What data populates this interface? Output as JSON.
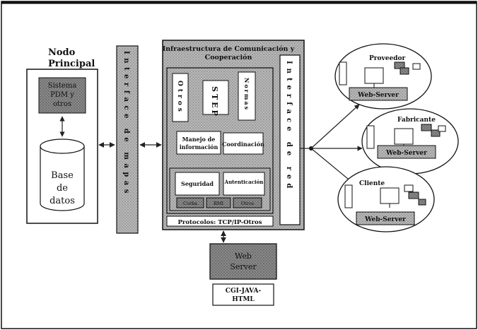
{
  "main_node": {
    "title_line1": "Nodo",
    "title_line2": "Principal",
    "system_line1": "Sistema",
    "system_line2": "PDM y",
    "system_line3": "otros",
    "db_line1": "Base",
    "db_line2": "de",
    "db_line3": "datos"
  },
  "map_interface": {
    "label": "Interface de mapas"
  },
  "infrastructure": {
    "title_line1": "Infraestructura de Comunicación y",
    "title_line2": "Cooperación",
    "modules": {
      "otros": "Otros",
      "step": "STEP",
      "normas": "Normas",
      "manejo_line1": "Manejo de",
      "manejo_line2": "información",
      "coordinacion": "Coordinación",
      "seguridad": "Seguridad",
      "autenticacion": "Autenticación",
      "small1": "Corba",
      "small2": "RMI",
      "small3": "Otros"
    },
    "protocols": "Protocolos: TCP/IP-Otros"
  },
  "network_interface": {
    "label": "Interface de red"
  },
  "web_server": {
    "line1": "Web",
    "line2": "Server"
  },
  "cgi": {
    "line1": "CGI-JAVA-",
    "line2": "HTML"
  },
  "clients": [
    {
      "label": "Proveedor",
      "server": "Web-Server"
    },
    {
      "label": "Fabricante",
      "server": "Web-Server"
    },
    {
      "label": "Cliente",
      "server": "Web-Server"
    }
  ],
  "colors": {
    "gray_fill": "#9a9a9a",
    "light_fill": "#cfcfcf",
    "stroke": "#111111"
  }
}
